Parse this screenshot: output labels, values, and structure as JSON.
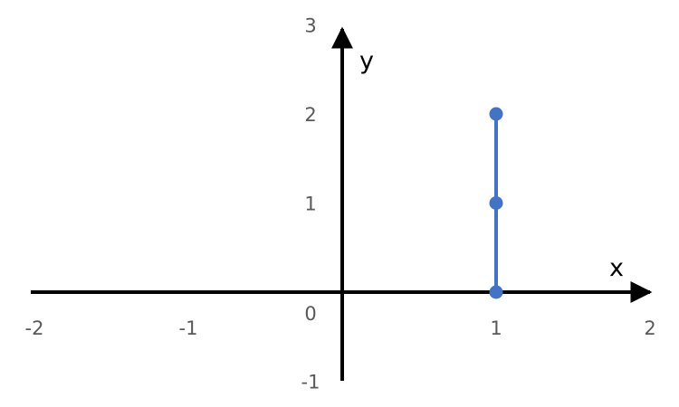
{
  "chart_data": {
    "type": "line",
    "title": "",
    "xlabel": "x",
    "ylabel": "y",
    "xlim": [
      -2,
      2
    ],
    "ylim": [
      -1,
      3
    ],
    "grid": false,
    "x_ticks": [
      "-2",
      "-1",
      "1",
      "2"
    ],
    "y_ticks": [
      "3",
      "2",
      "1",
      "-1"
    ],
    "origin_label": "0",
    "series_color": "#4472C4",
    "axis_color": "#000000",
    "series": [
      {
        "x": [
          1,
          1,
          1
        ],
        "y": [
          0,
          1,
          2
        ]
      }
    ]
  }
}
